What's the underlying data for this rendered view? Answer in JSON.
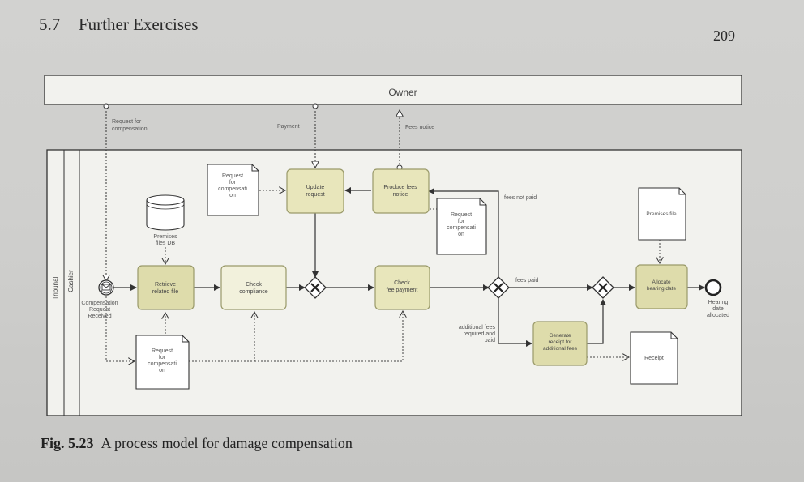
{
  "header": {
    "section_number": "5.7",
    "section_title": "Further Exercises",
    "page_number": "209"
  },
  "caption": {
    "label": "Fig. 5.23",
    "text": "A process model for damage compensation"
  },
  "pool_owner": "Owner",
  "pool_tribunal": "Tribunal",
  "lane_cashier": "Cashier",
  "messages": {
    "request": [
      "Request for",
      "compensation"
    ],
    "payment": "Payment",
    "fees_notice": "Fees notice"
  },
  "tasks": {
    "retrieve": [
      "Retrieve",
      "related file"
    ],
    "check_compliance": [
      "Check",
      "compliance"
    ],
    "update_request": [
      "Update",
      "request"
    ],
    "produce_fees": [
      "Produce fees",
      "notice"
    ],
    "check_fee": [
      "Check",
      "fee payment"
    ],
    "generate_receipt": [
      "Generate",
      "receipt for",
      "additional fees"
    ],
    "allocate": [
      "Allocate",
      "hearing date"
    ]
  },
  "data_objects": {
    "request_top": [
      "Request",
      "for",
      "compensati",
      "on"
    ],
    "request_mid": [
      "Request",
      "for",
      "compensati",
      "on"
    ],
    "request_bottom": [
      "Request",
      "for",
      "compensati",
      "on"
    ],
    "premises_file": "Premises file",
    "receipt": "Receipt"
  },
  "datastore": [
    "Premises",
    "files DB"
  ],
  "events": {
    "start": [
      "Compensation",
      "Request",
      "Received"
    ],
    "end": [
      "Hearing",
      "date",
      "allocated"
    ]
  },
  "flow_labels": {
    "fees_not_paid": "fees not paid",
    "fees_paid": "fees paid",
    "additional": [
      "additional fees",
      "required and",
      "paid"
    ]
  },
  "colors": {
    "task_fill": "#dedcab",
    "task_stroke": "#9a9a6a",
    "line": "#333333"
  }
}
